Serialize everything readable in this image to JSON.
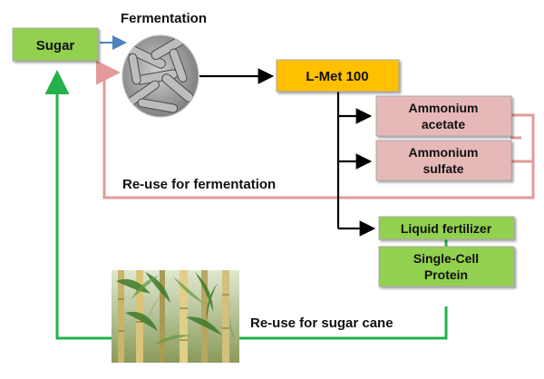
{
  "nodes": {
    "sugar": "Sugar",
    "fermentation": "Fermentation",
    "lmet": "L-Met 100",
    "ammonium_acetate": [
      "Ammonium",
      "acetate"
    ],
    "ammonium_sulfate": [
      "Ammonium",
      "sulfate"
    ],
    "liquid_fertilizer": "Liquid fertilizer",
    "single_cell_protein": [
      "Single-Cell",
      "Protein"
    ]
  },
  "labels": {
    "reuse_fermentation": "Re-use for fermentation",
    "reuse_sugar_cane": "Re-use for sugar cane"
  },
  "colors": {
    "green_box": "#92d050",
    "orange_box": "#ffc000",
    "pink_box": "#e6b9b8",
    "pink_line": "#e39a9a",
    "green_line": "#22b14c",
    "blue_arrow": "#4f81bd",
    "black_line": "#000000"
  },
  "images": {
    "bacteria_photo": "bacteria-micrograph",
    "sugar_cane_photo": "sugar-cane-plants"
  }
}
